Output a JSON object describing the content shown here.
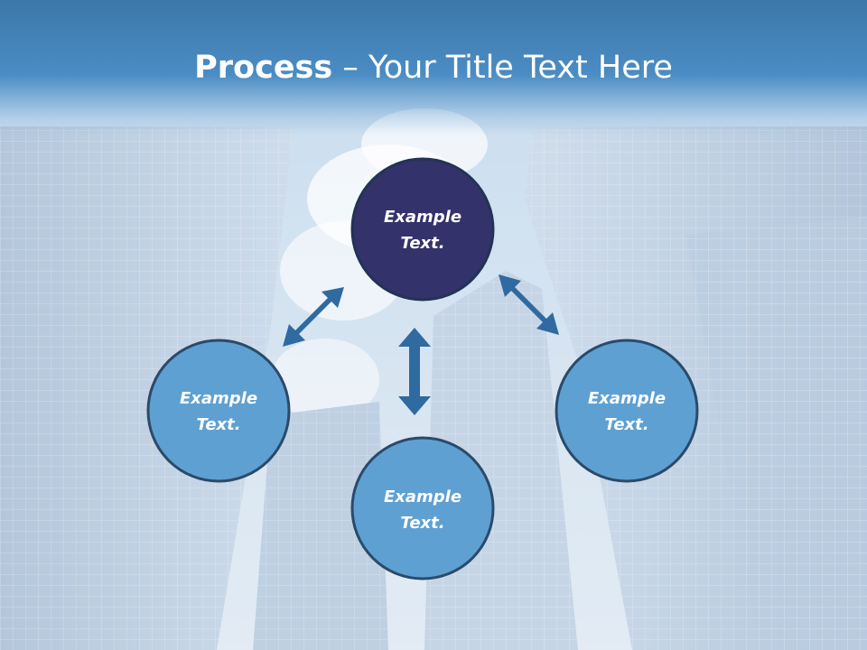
{
  "slide": {
    "title_bold": "Process",
    "title_dash": " – ",
    "title_rest": "Your Title Text Here"
  },
  "nodes": [
    {
      "id": "top",
      "line1": "Example",
      "line2": "Text.",
      "fill": "#33326a"
    },
    {
      "id": "left",
      "line1": "Example",
      "line2": "Text.",
      "fill": "#5ea0d2"
    },
    {
      "id": "bottom",
      "line1": "Example",
      "line2": "Text.",
      "fill": "#5ea0d2"
    },
    {
      "id": "right",
      "line1": "Example",
      "line2": "Text.",
      "fill": "#5ea0d2"
    }
  ],
  "colors": {
    "accent": "#2f6aa0",
    "node_stroke": "#2a4a6a",
    "sky": "#cfe0f0"
  }
}
